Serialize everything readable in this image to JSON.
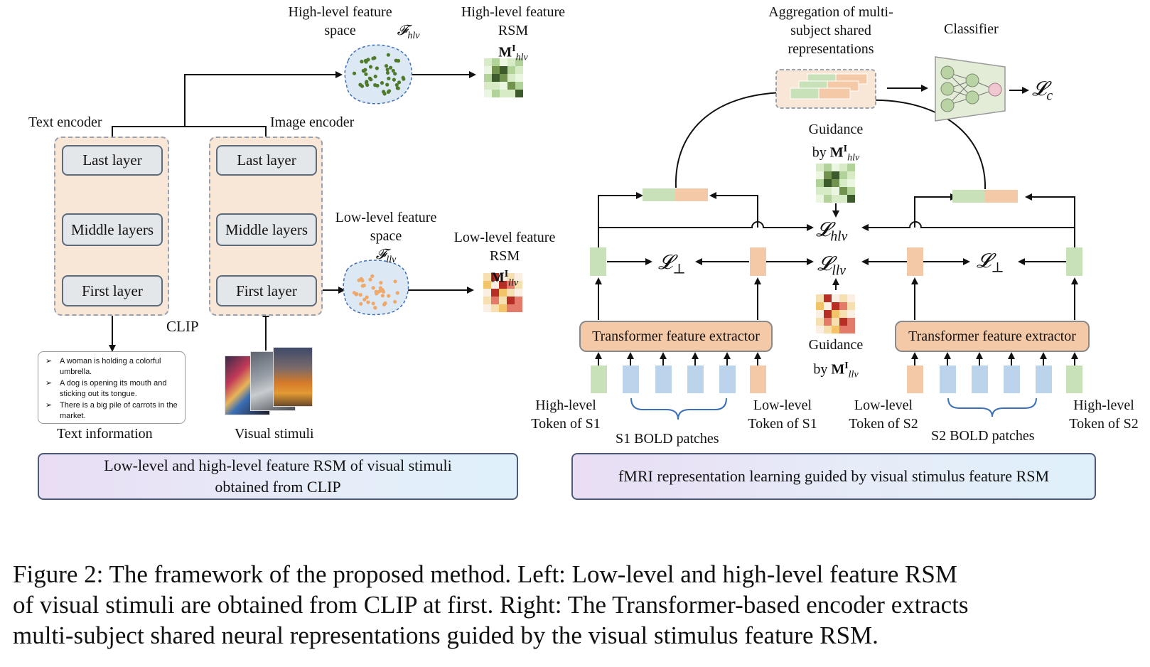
{
  "left": {
    "high_level_space_label": "High-level feature space",
    "high_level_space_symbol": "𝓕",
    "high_level_space_sub": "hlv",
    "high_level_rsm_label": "High-level feature RSM",
    "high_level_rsm_symbol": "M",
    "high_level_rsm_sup": "I",
    "high_level_rsm_sub": "hlv",
    "low_level_space_label": "Low-level feature space",
    "low_level_space_symbol": "𝓕",
    "low_level_space_sub": "llv",
    "low_level_rsm_label": "Low-level feature RSM",
    "low_level_rsm_symbol": "M",
    "low_level_rsm_sup": "I",
    "low_level_rsm_sub": "llv",
    "text_encoder_label": "Text encoder",
    "image_encoder_label": "Image encoder",
    "layers": [
      "Last layer",
      "Middle layers",
      "First layer"
    ],
    "clip_label": "CLIP",
    "text_items": [
      "A woman is holding a colorful umbrella.",
      "A dog is opening its mouth and sticking out its tongue.",
      "There is a big pile of carrots in the market."
    ],
    "bullet_glyph": "➢",
    "text_information_label": "Text information",
    "visual_stimuli_label": "Visual stimuli",
    "banner_line1": "Low-level and high-level feature RSM of visual stimuli",
    "banner_line2": "obtained from CLIP"
  },
  "right": {
    "aggregation_label": "Aggregation of multi-subject shared representations",
    "classifier_label": "Classifier",
    "classifier_loss_symbol": "𝓛",
    "classifier_loss_sub": "c",
    "guidance_hlv_prefix": "Guidance",
    "guidance_hlv_by": "by",
    "guidance_hlv_symbol": "M",
    "guidance_hlv_sup": "I",
    "guidance_hlv_sub": "hlv",
    "guidance_llv_prefix": "Guidance",
    "guidance_llv_by": "by",
    "guidance_llv_symbol": "M",
    "guidance_llv_sup": "I",
    "guidance_llv_sub": "llv",
    "loss_symbol": "𝓛",
    "loss_hlv_sub": "hlv",
    "loss_llv_sub": "llv",
    "loss_orth_sub": "⊥",
    "transformer_label": "Transformer feature extractor",
    "s1_high_token_label": "High-level Token of S1",
    "s1_patches_label": "S1 BOLD patches",
    "s1_low_token_label": "Low-level Token of S1",
    "s2_low_token_label": "Low-level Token of S2",
    "s2_patches_label": "S2 BOLD patches",
    "s2_high_token_label": "High-level Token of S2",
    "banner_label": "fMRI representation learning guided by visual stimulus feature RSM"
  },
  "caption": {
    "line1": "Figure 2:  The framework of the proposed method.  Left:  Low-level and high-level feature RSM",
    "line2": "of visual stimuli are obtained from CLIP at first.  Right:  The Transformer-based encoder extracts",
    "line3": "multi-subject shared neural representations guided by the visual stimulus feature RSM."
  },
  "colors": {
    "rsm_high": [
      "#3c5a2b",
      "#71934e",
      "#b1d39a",
      "#d7ecc6",
      "#eaf6e0"
    ],
    "rsm_low": [
      "#b62e24",
      "#e47a6a",
      "#f3c36a",
      "#f6dfb0",
      "#fbeee2"
    ],
    "high_token": "#c9e1b8",
    "low_token": "#f4c9a8",
    "patch": "#bcd3ec",
    "blob_fill": "#dce9f5",
    "green_dot": "#4e7a2a",
    "orange_dot": "#f0a868"
  }
}
